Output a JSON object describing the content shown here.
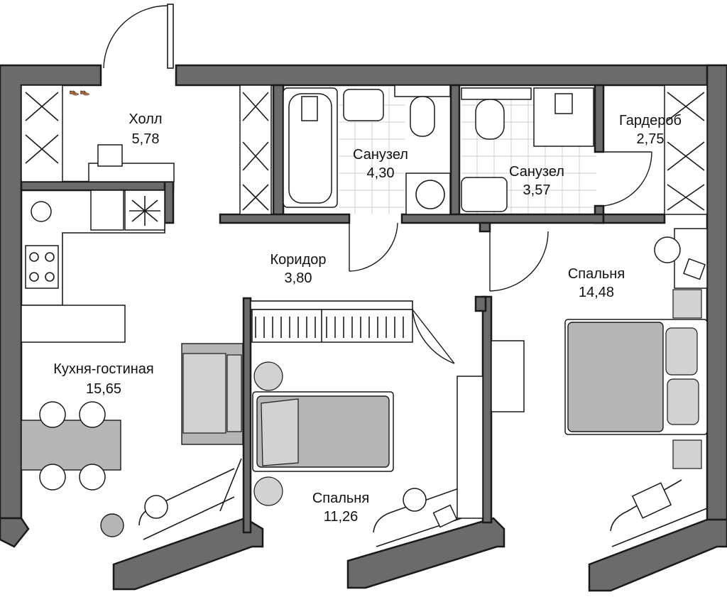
{
  "rooms": {
    "hall": {
      "name": "Холл",
      "area": "5,78"
    },
    "bath1": {
      "name": "Санузел",
      "area": "4,30"
    },
    "bath2": {
      "name": "Санузел",
      "area": "3,57"
    },
    "wardrobe": {
      "name": "Гардероб",
      "area": "2,75"
    },
    "corridor": {
      "name": "Коридор",
      "area": "3,80"
    },
    "bedroom1": {
      "name": "Спальня",
      "area": "14,48"
    },
    "kitchen": {
      "name": "Кухня-гостиная",
      "area": "15,65"
    },
    "bedroom2": {
      "name": "Спальня",
      "area": "11,26"
    }
  },
  "colors": {
    "wall": "#6b6b6b",
    "furniture": "#b5b5b5",
    "line": "#1a1a1a"
  }
}
